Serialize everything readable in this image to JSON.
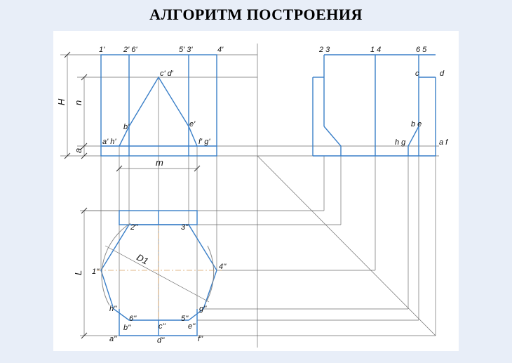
{
  "page": {
    "title": "АЛГОРИТМ ПОСТРОЕНИЯ"
  },
  "colors": {
    "outline": "#3a7fc8",
    "construction": "#6e6e6e",
    "axis": "#d8a060",
    "sheet": "#ffffff",
    "background": "#e8eef8"
  },
  "labels": {
    "front_top": [
      "1'",
      "2' 6'",
      "5' 3'",
      "4'"
    ],
    "front_apex": "c' d'",
    "front_b": "b'",
    "front_e": "e'",
    "front_ah": "a' h'",
    "front_fg": "f' g'",
    "side_top_23": "2 3",
    "side_top_14": "1 4",
    "side_top_65": "6 5",
    "side_c": "c",
    "side_d": "d",
    "side_be": "b e",
    "side_hg": "h g",
    "side_af": "a f",
    "dim_H": "H",
    "dim_n": "n",
    "dim_a": "a",
    "dim_m": "m",
    "dim_L": "L",
    "dim_D1": "D1",
    "top_2": "2''",
    "top_3": "3''",
    "top_1": "1''",
    "top_4": "4''",
    "top_h": "h''",
    "top_g": "g''",
    "top_6": "6''",
    "top_5": "5''",
    "top_b": "b''",
    "top_c": "c''",
    "top_e": "e''",
    "top_a": "a''",
    "top_d": "d''",
    "top_f": "f''"
  }
}
